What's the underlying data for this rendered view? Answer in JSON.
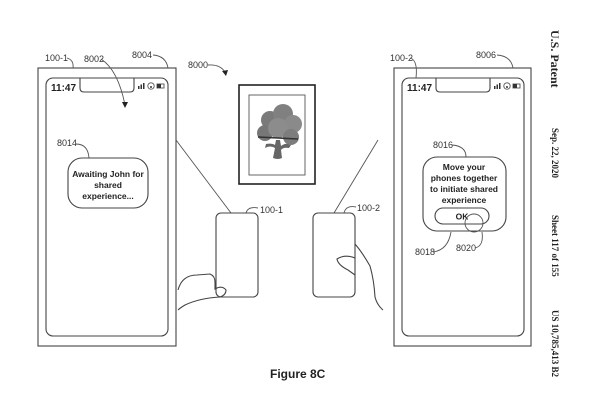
{
  "figure": {
    "caption": "Figure 8C",
    "reference": "8000"
  },
  "side_header": {
    "title": "U.S. Patent",
    "date": "Sep. 22, 2020",
    "sheet": "Sheet 117 of 155",
    "number": "US 10,785,413 B2"
  },
  "left_device": {
    "label": "100-1",
    "screen_label": "8004",
    "arrow_label": "8002",
    "time": "11:47",
    "status_icons": [
      "signal-icon",
      "wifi-icon",
      "battery-icon"
    ],
    "bubble_label": "8014",
    "bubble_lines": [
      "Awaiting John for",
      "shared",
      "experience..."
    ]
  },
  "right_device": {
    "label": "100-2",
    "screen_label": "8006",
    "time": "11:47",
    "status_icons": [
      "signal-icon",
      "wifi-icon",
      "battery-icon"
    ],
    "bubble_label": "8016",
    "bubble_lines": [
      "Move your",
      "phones together",
      "to initiate shared",
      "experience"
    ],
    "button_label": "OK",
    "button_ref": "8018",
    "touch_ref": "8020"
  },
  "center": {
    "picture": "tree-picture-frame",
    "left_phone_label": "100-1",
    "right_phone_label": "100-2"
  }
}
